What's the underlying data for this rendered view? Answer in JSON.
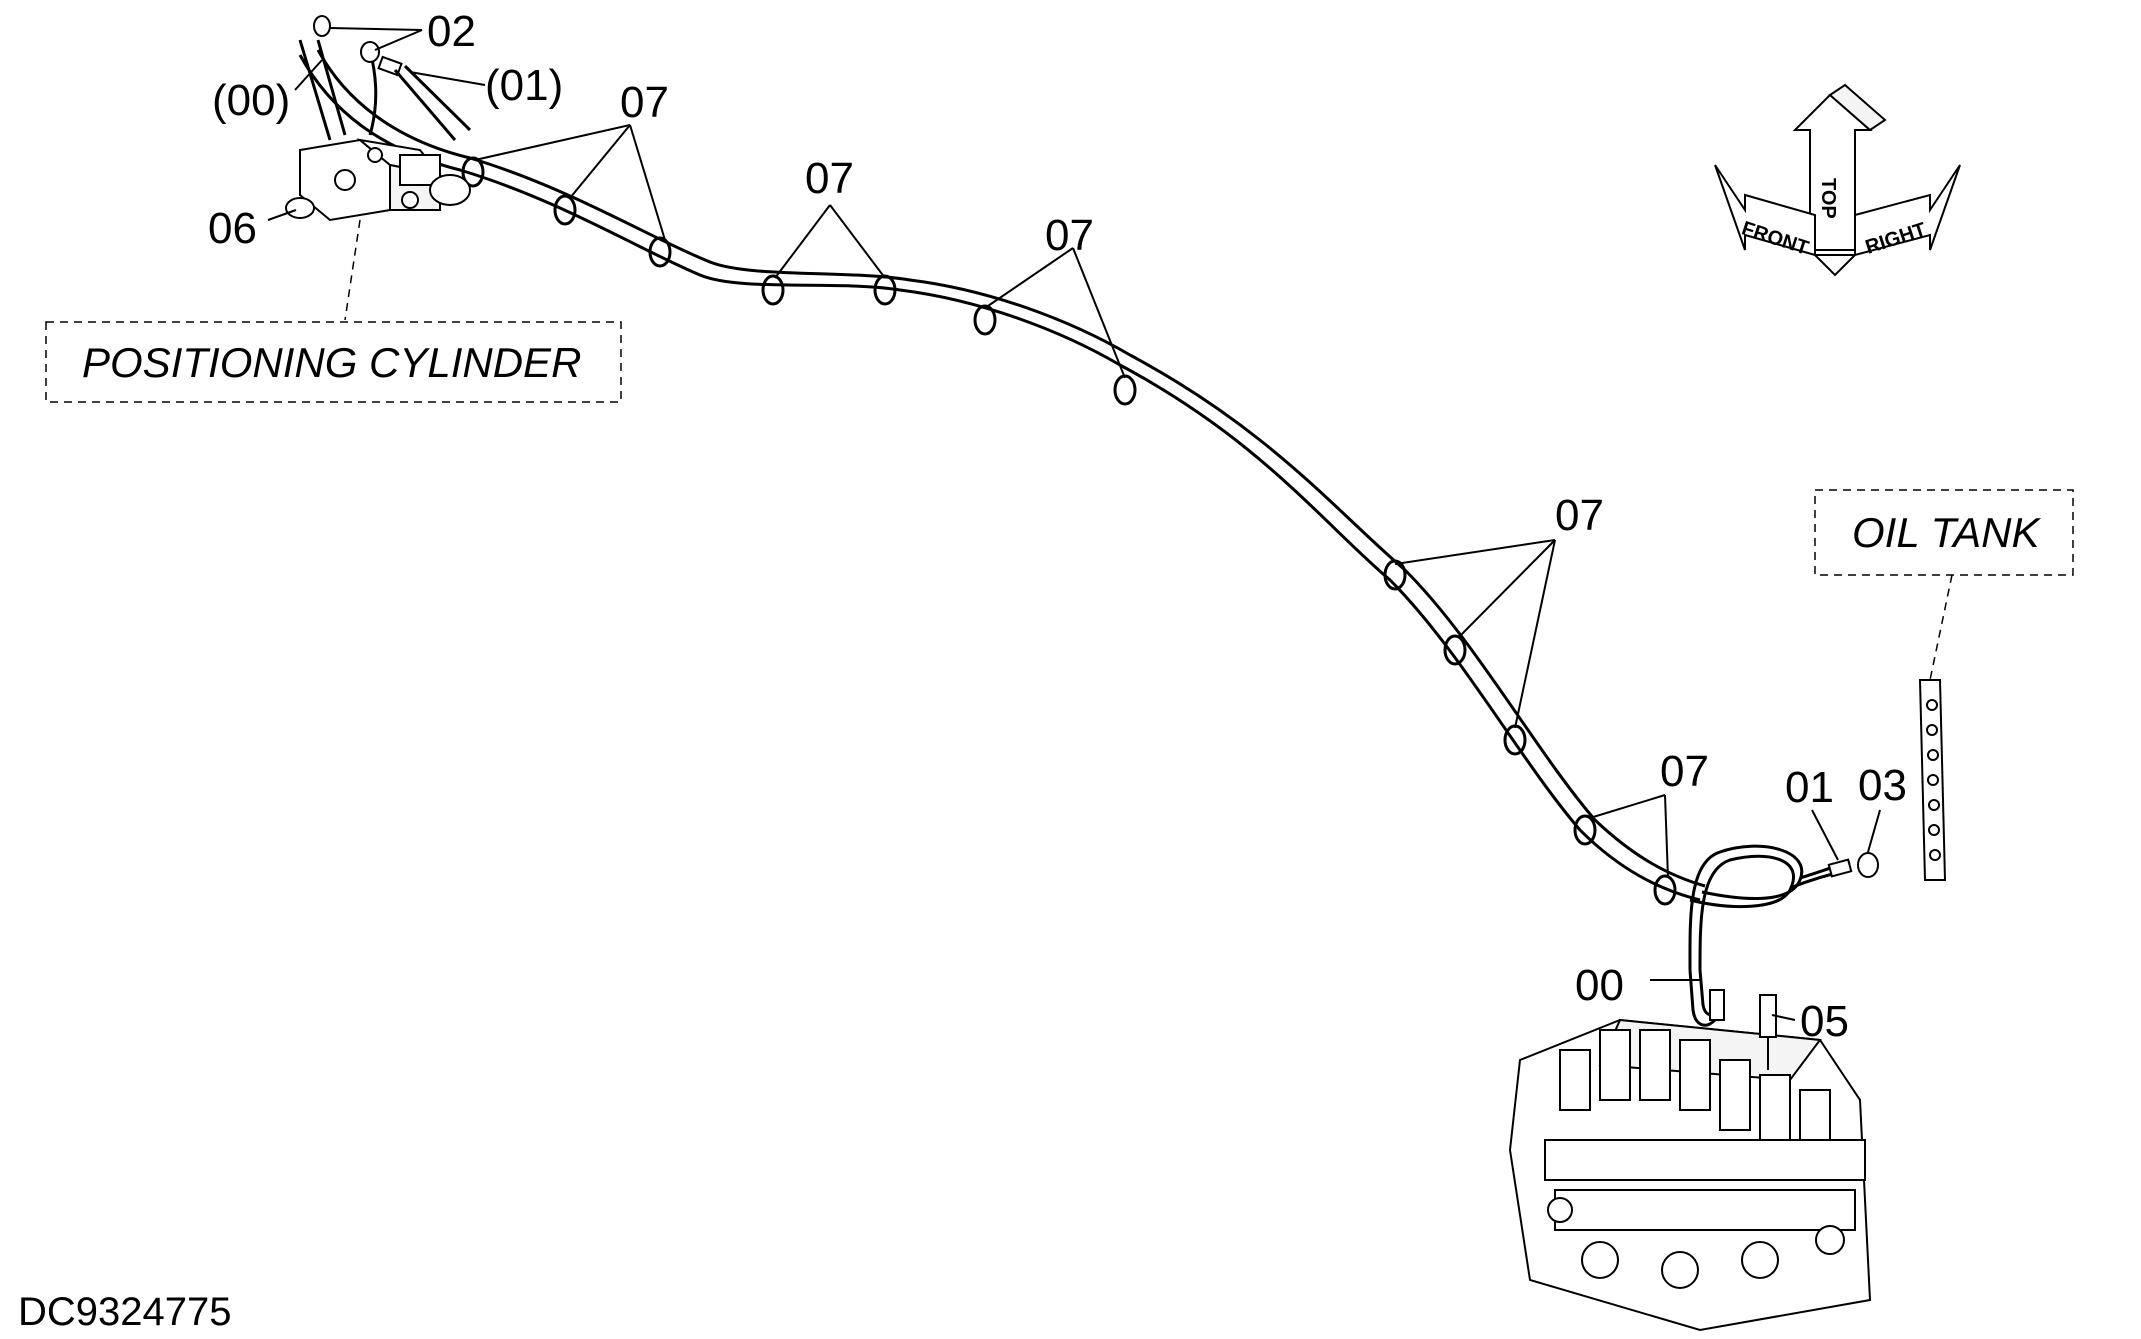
{
  "diagram": {
    "labels": {
      "part_02": "02",
      "part_00_paren": "(00)",
      "part_01_paren": "(01)",
      "part_06": "06",
      "clamp_a": "07",
      "clamp_b": "07",
      "clamp_c": "07",
      "clamp_d": "07",
      "clamp_e": "07",
      "part_01": "01",
      "part_03": "03",
      "part_00": "00",
      "part_05": "05"
    },
    "boxes": {
      "positioning_cylinder": "POSITIONING CYLINDER",
      "oil_tank": "OIL TANK"
    },
    "orientation": {
      "front": "FRONT",
      "top": "TOP",
      "right": "RIGHT"
    },
    "reference_code": "DC9324775"
  }
}
